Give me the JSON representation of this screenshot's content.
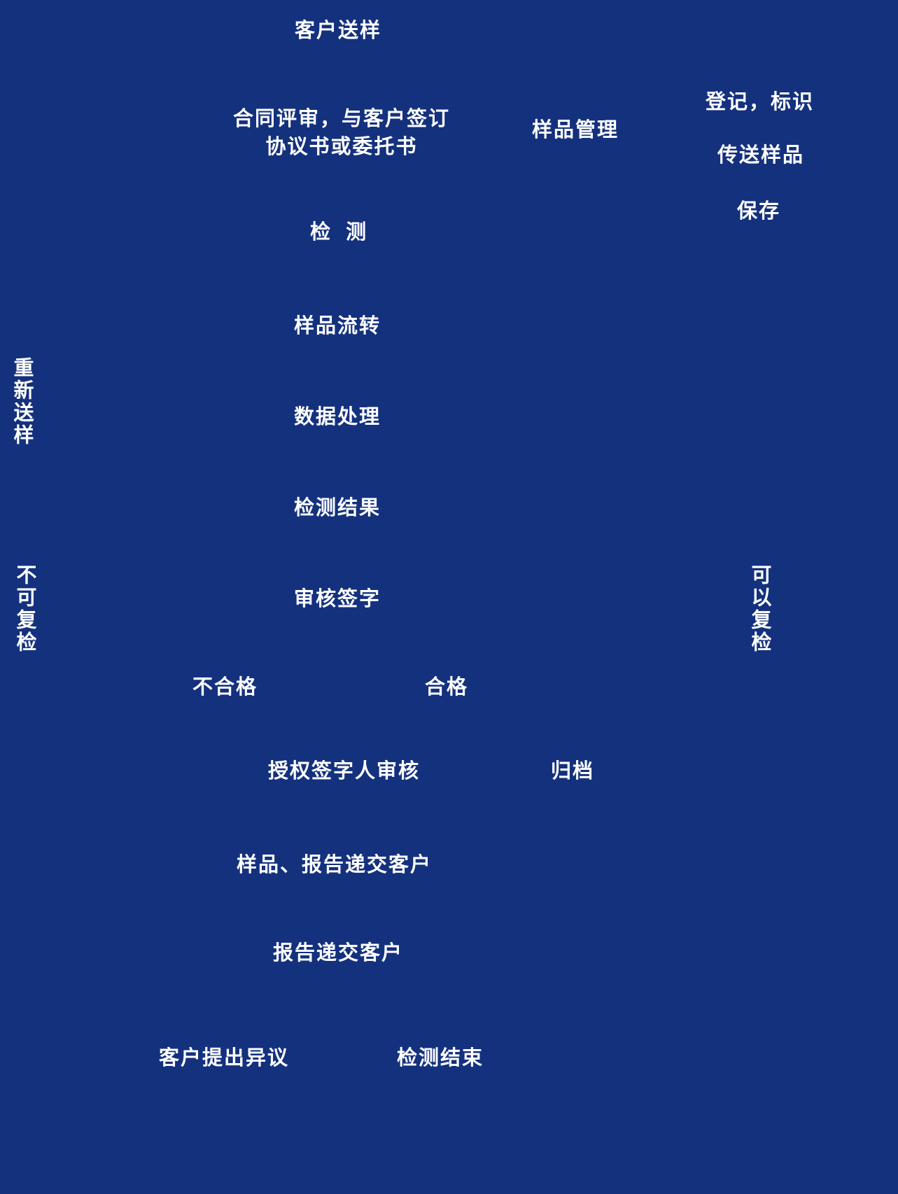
{
  "diagram": {
    "type": "flowchart",
    "background_color": "#14317E",
    "text_color": "#FFFFFF",
    "nodes": {
      "customer_sample": "客户送样",
      "contract_review": "合同评审，与客户签订\n协议书或委托书",
      "sample_management": "样品管理",
      "register_identify": "登记，标识",
      "transfer_sample": "传送样品",
      "store": "保存",
      "testing": "检  测",
      "sample_circulation": "样品流转",
      "data_processing": "数据处理",
      "test_results": "检测结果",
      "review_signature": "审核签字",
      "resubmit_sample": "重新送样",
      "cannot_retest": "不可复检",
      "can_retest": "可以复检",
      "unqualified": "不合格",
      "qualified": "合格",
      "authorized_signatory_review": "授权签字人审核",
      "archive": "归档",
      "sample_report_to_customer": "样品、报告递交客户",
      "report_to_customer": "报告递交客户",
      "customer_objection": "客户提出异议",
      "testing_end": "检测结束"
    }
  }
}
